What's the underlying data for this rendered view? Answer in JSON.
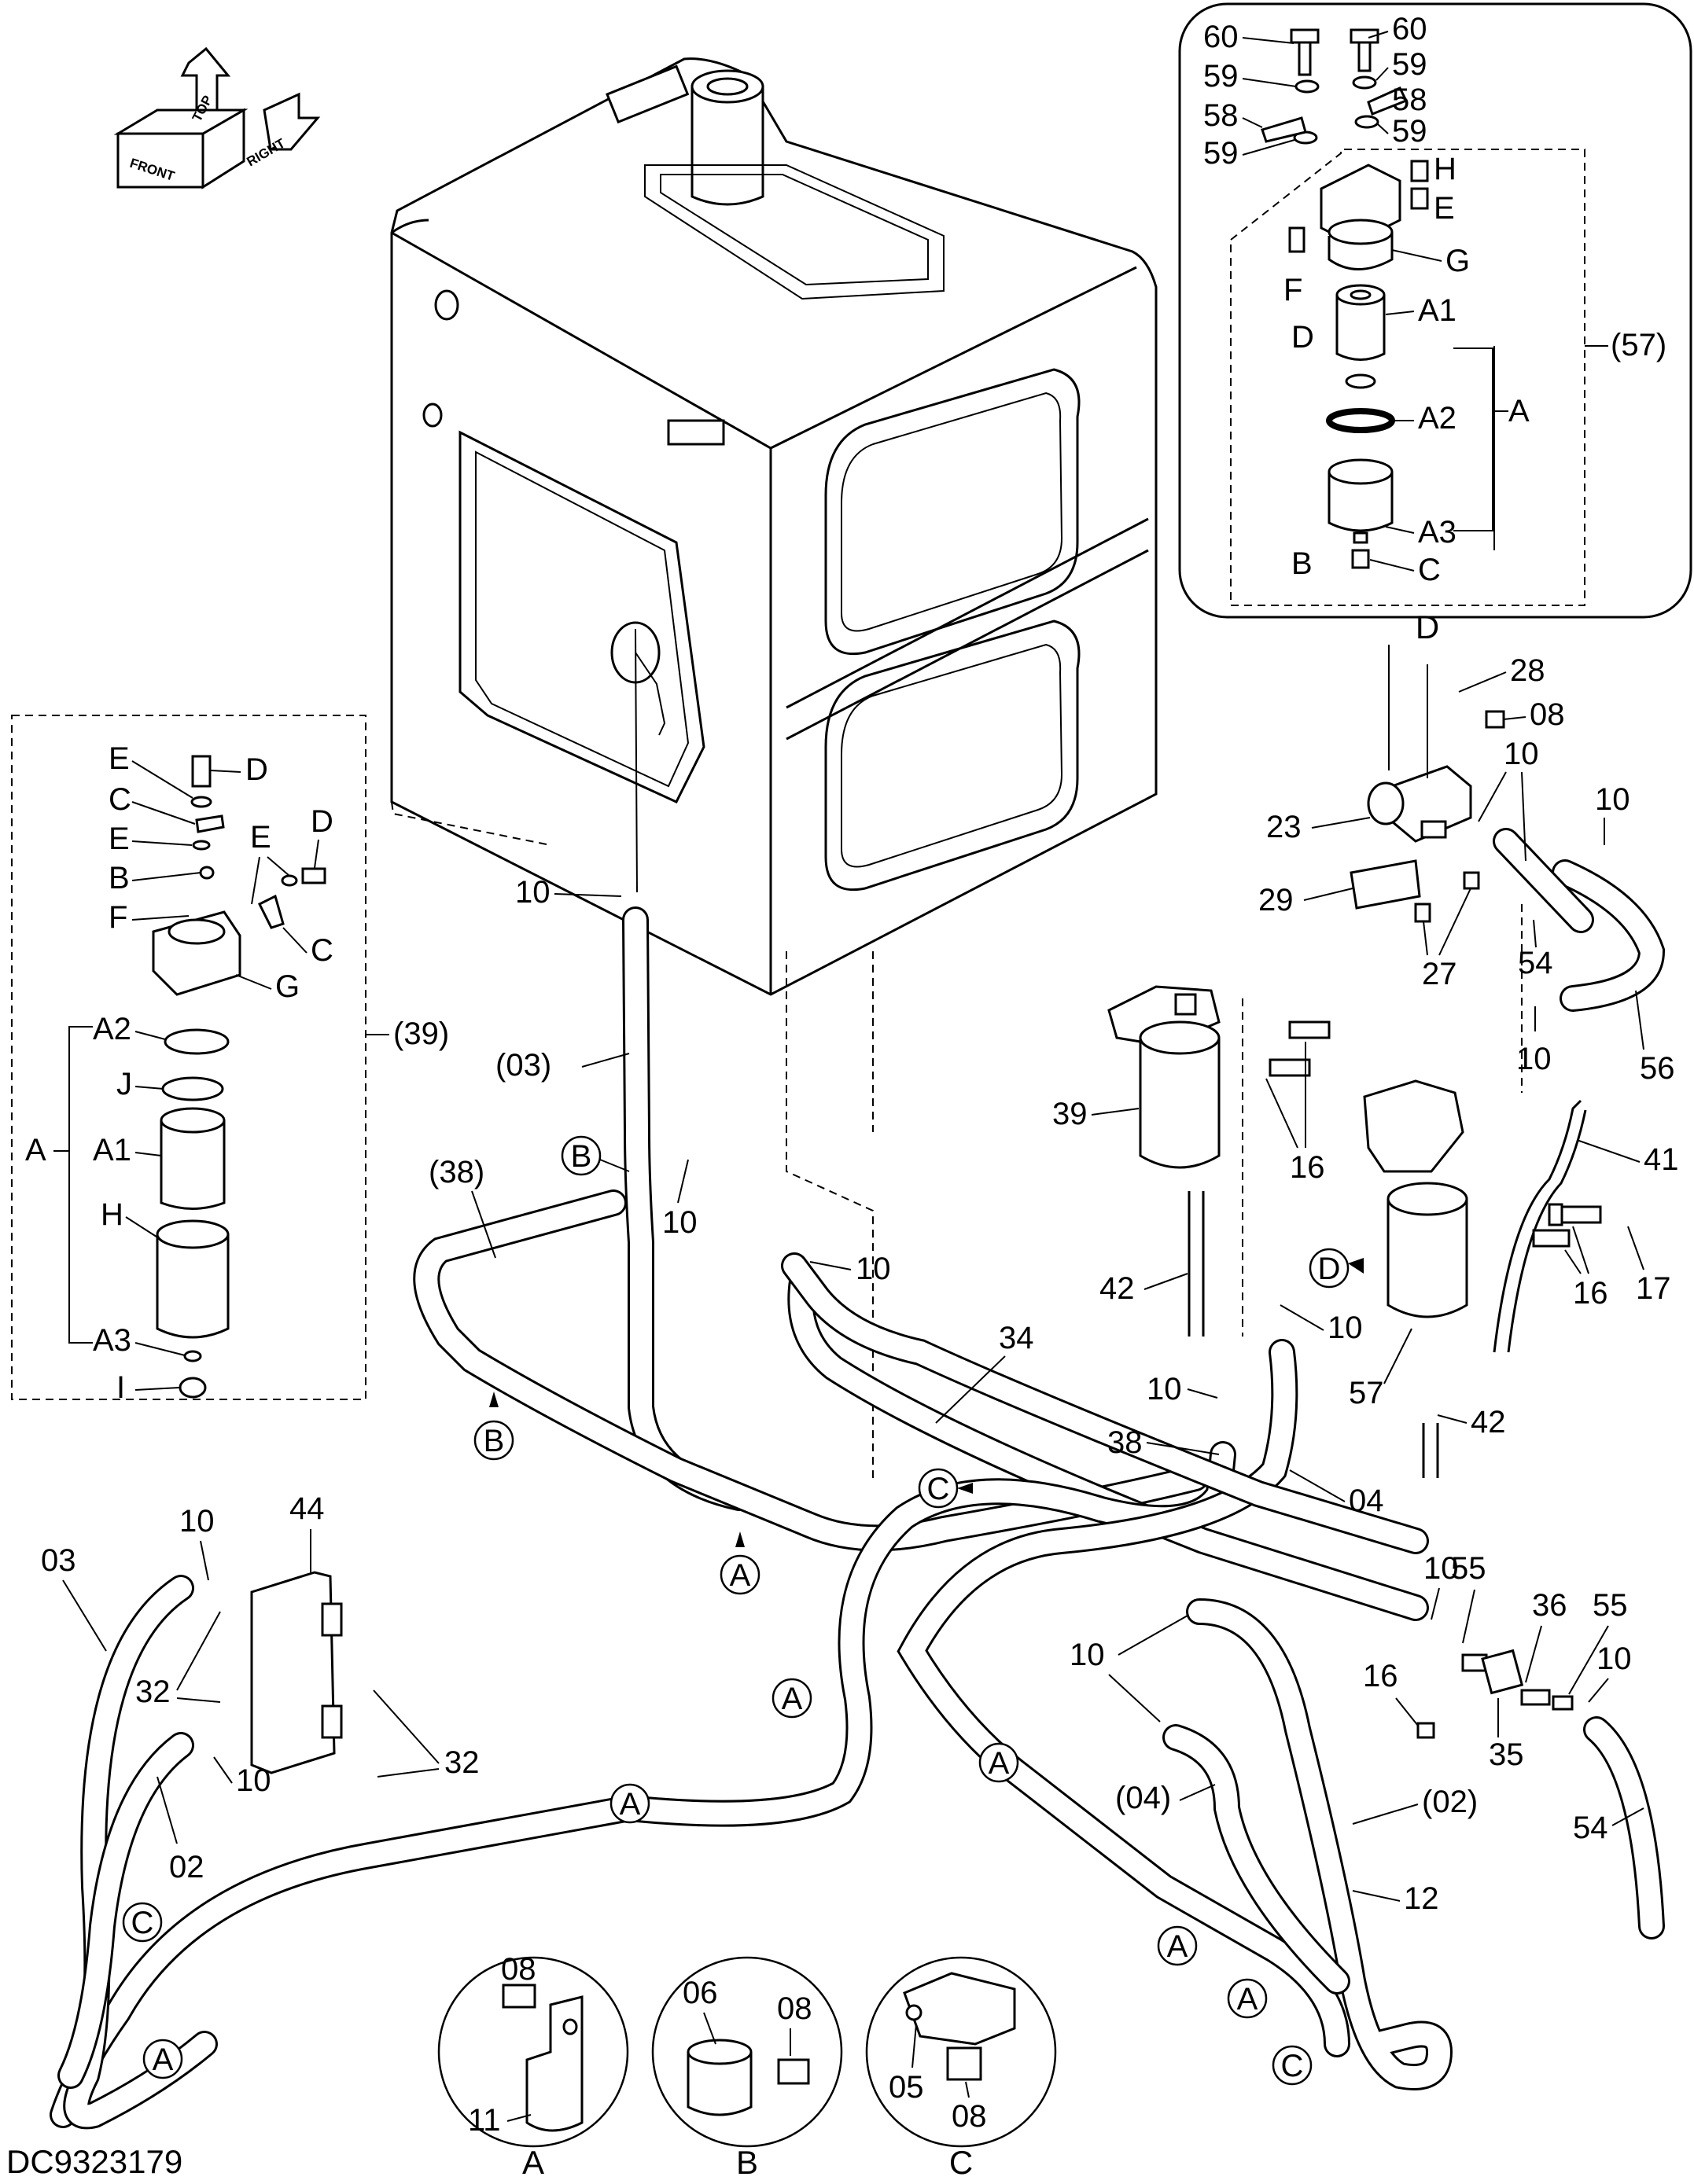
{
  "orientation_arrow": {
    "front": "FRONT",
    "top": "TOP",
    "right": "RIGHT"
  },
  "drawing_id": "DC9323179",
  "detail_57": {
    "labels": {
      "p60a": "60",
      "p60b": "60",
      "p59a": "59",
      "p59b": "59",
      "p59c": "59",
      "p59d": "59",
      "p58a": "58",
      "p58b": "58",
      "H": "H",
      "E": "E",
      "G": "G",
      "F": "F",
      "A1": "A1",
      "D": "D",
      "A2": "A2",
      "A": "A",
      "A3": "A3",
      "B": "B",
      "C": "C",
      "assy": "(57)"
    },
    "caption": "D"
  },
  "detail_39": {
    "labels": {
      "E1": "E",
      "D1": "D",
      "C1": "C",
      "E2": "E",
      "E3": "E",
      "D2": "D",
      "B": "B",
      "F": "F",
      "C2": "C",
      "G": "G",
      "A2": "A2",
      "J": "J",
      "A": "A",
      "A1": "A1",
      "H": "H",
      "A3": "A3",
      "I": "I",
      "assy": "(39)"
    }
  },
  "main_labels": {
    "p10_tank": "10",
    "p03_paren": "(03)",
    "p38_paren": "(38)",
    "p10_b": "10",
    "p10_c": "10",
    "p34": "34",
    "p28": "28",
    "p08": "08",
    "p10_d": "10",
    "p10_e": "10",
    "p23": "23",
    "p29": "29",
    "p27": "27",
    "p54_a": "54",
    "p10_f": "10",
    "p56": "56",
    "p39": "39",
    "p16_a": "16",
    "p41": "41",
    "p42_a": "42",
    "p10_g": "10",
    "p16_b": "16",
    "p17": "17",
    "p10_h": "10",
    "p57": "57",
    "p42_b": "42",
    "p38": "38",
    "p04": "04",
    "p10_i": "10",
    "p44": "44",
    "p03": "03",
    "p32_a": "32",
    "p32_b": "32",
    "p10_j": "10",
    "p02": "02",
    "p10_k": "10",
    "p55_a": "55",
    "p36": "36",
    "p55_b": "55",
    "p10_l": "10",
    "p16_c": "16",
    "p35": "35",
    "p10_m": "10",
    "p04_paren": "(04)",
    "p02_paren": "(02)",
    "p54_b": "54",
    "p12": "12"
  },
  "clamp_markers": {
    "A": "A",
    "B": "B",
    "C": "C",
    "D": "D"
  },
  "detail_views": {
    "A": {
      "p08": "08",
      "p11": "11",
      "caption": "A"
    },
    "B": {
      "p06": "06",
      "p08": "08",
      "caption": "B"
    },
    "C": {
      "p05": "05",
      "p08": "08",
      "caption": "C"
    }
  }
}
